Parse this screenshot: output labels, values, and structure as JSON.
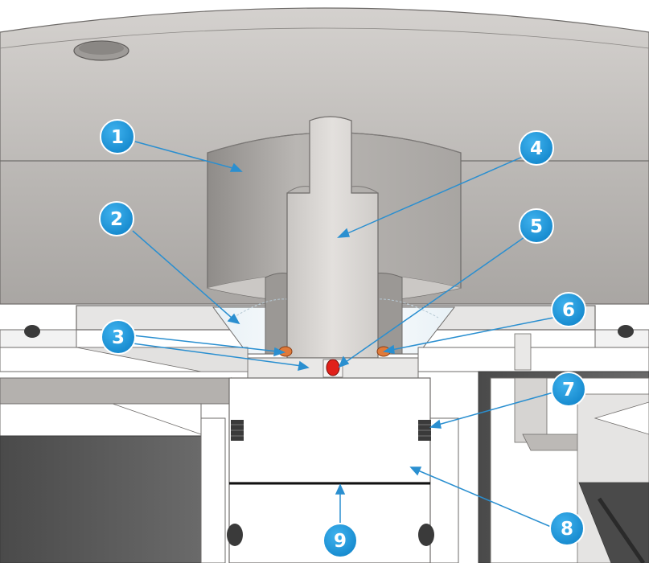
{
  "callouts": [
    {
      "id": "1",
      "label": "1"
    },
    {
      "id": "2",
      "label": "2"
    },
    {
      "id": "3",
      "label": "3"
    },
    {
      "id": "4",
      "label": "4"
    },
    {
      "id": "5",
      "label": "5"
    },
    {
      "id": "6",
      "label": "6"
    },
    {
      "id": "7",
      "label": "7"
    },
    {
      "id": "8",
      "label": "8"
    },
    {
      "id": "9",
      "label": "9"
    }
  ],
  "colors": {
    "callout_fill": "#1a96d9",
    "leader_line": "#2a8fd0",
    "housing": "#b6b3b0",
    "housing_dark": "#8e8b89",
    "pin": "#dcd9d6",
    "insert": "#d0cdca",
    "seal": "#e07a3a",
    "ball": "#e0201a",
    "dark_part": "#5a5a5a"
  }
}
